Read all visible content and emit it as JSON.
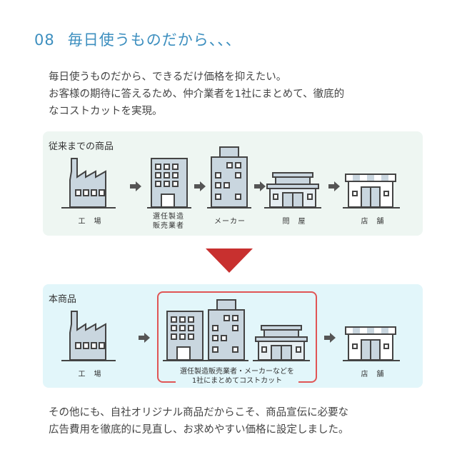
{
  "section": {
    "number": "08",
    "title": "毎日使うものだから、、、"
  },
  "intro": [
    "毎日使うものだから、できるだけ価格を抑えたい。",
    "お客様の期待に答えるため、仲介業者を1社にまとめて、徹底的",
    "なコストカットを実現。"
  ],
  "before": {
    "label": "従来までの商品",
    "steps": [
      {
        "label": "工　場",
        "icon": "factory-icon"
      },
      {
        "label": "選任製造\n販売業者",
        "icon": "office-building-icon"
      },
      {
        "label": "メーカー",
        "icon": "tall-building-icon"
      },
      {
        "label": "問　屋",
        "icon": "wholesaler-icon"
      },
      {
        "label": "店　舗",
        "icon": "store-icon"
      }
    ]
  },
  "after": {
    "label": "本商品",
    "steps": [
      {
        "label": "工　場"
      },
      {
        "label": "店　舗"
      }
    ],
    "combined": [
      "選任製造販売業者・メーカーなどを",
      "1社にまとめてコストカット"
    ]
  },
  "outro": [
    "その他にも、自社オリジナル商品だからこそ、商品宣伝に必要な",
    "広告費用を徹底的に見直し、お求めやすい価格に設定しました。"
  ],
  "colors": {
    "accent": "#3d8fbf",
    "red": "#e05555",
    "arrow_down": "#c8302f",
    "building_fill": "#c9d6df"
  }
}
